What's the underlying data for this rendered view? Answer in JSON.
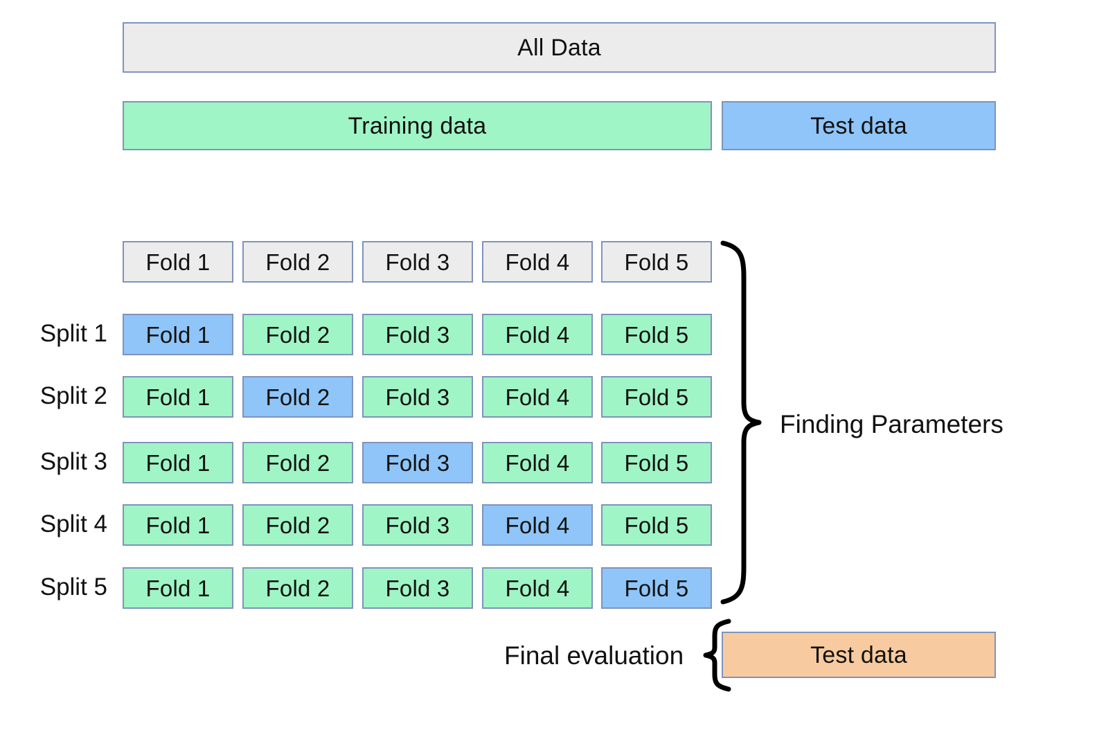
{
  "diagram": {
    "title_bar": {
      "label": "All Data"
    },
    "split_bar": {
      "training": "Training data",
      "test": "Test data"
    },
    "fold_header": {
      "folds": [
        "Fold 1",
        "Fold 2",
        "Fold 3",
        "Fold 4",
        "Fold 5"
      ]
    },
    "cv_table": {
      "fold_names": [
        "Fold 1",
        "Fold 2",
        "Fold 3",
        "Fold 4",
        "Fold 5"
      ],
      "rows": [
        {
          "label": "Split 1",
          "validation_index": 0,
          "cells": [
            "Fold 1",
            "Fold 2",
            "Fold 3",
            "Fold 4",
            "Fold 5"
          ]
        },
        {
          "label": "Split 2",
          "validation_index": 1,
          "cells": [
            "Fold 1",
            "Fold 2",
            "Fold 3",
            "Fold 4",
            "Fold 5"
          ]
        },
        {
          "label": "Split 3",
          "validation_index": 2,
          "cells": [
            "Fold 1",
            "Fold 2",
            "Fold 3",
            "Fold 4",
            "Fold 5"
          ]
        },
        {
          "label": "Split 4",
          "validation_index": 3,
          "cells": [
            "Fold 1",
            "Fold 2",
            "Fold 3",
            "Fold 4",
            "Fold 5"
          ]
        },
        {
          "label": "Split 5",
          "validation_index": 4,
          "cells": [
            "Fold 1",
            "Fold 2",
            "Fold 3",
            "Fold 4",
            "Fold 5"
          ]
        }
      ]
    },
    "annotations": {
      "finding_parameters": "Finding Parameters",
      "final_evaluation": "Final evaluation"
    },
    "final_test_bar": {
      "label": "Test data"
    },
    "colors": {
      "neutral_fill": "#ececec",
      "train_fill": "#9ff5c5",
      "validation_fill": "#8fc5f8",
      "test_fill": "#8fc5f8",
      "final_test_fill": "#f7cb9f",
      "border": "#7f93bd",
      "brace": "#000000",
      "text": "#111111",
      "background": "#ffffff"
    }
  }
}
